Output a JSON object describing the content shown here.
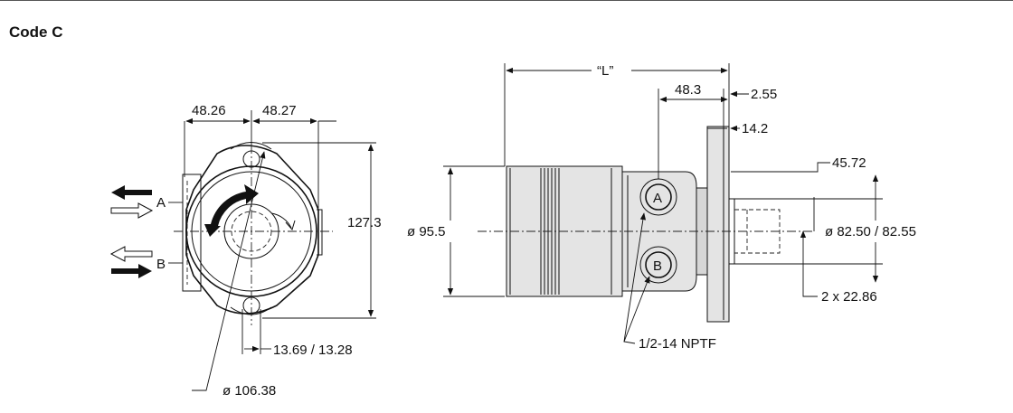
{
  "page": {
    "heading": "Code C"
  },
  "front_view": {
    "dim_left_width": "48.26",
    "dim_right_width": "48.27",
    "dim_height": "127.3",
    "dim_hole_offset": "13.69 / 13.28",
    "dim_circle": "ø 106.38",
    "port_a_label": "A",
    "port_b_label": "B"
  },
  "side_view": {
    "dim_length": "“L”",
    "dim_port_spacing": "48.3",
    "dim_flange_offset": "2.55",
    "dim_flange_thickness": "14.2",
    "dim_shaft_length": "45.72",
    "dim_body_diameter": "ø 95.5",
    "dim_pilot_diameter": "ø 82.50 / 82.55",
    "dim_port_pitch": "2 x 22.86",
    "port_thread": "1/2-14 NPTF",
    "port_a_label": "A",
    "port_b_label": "B"
  }
}
